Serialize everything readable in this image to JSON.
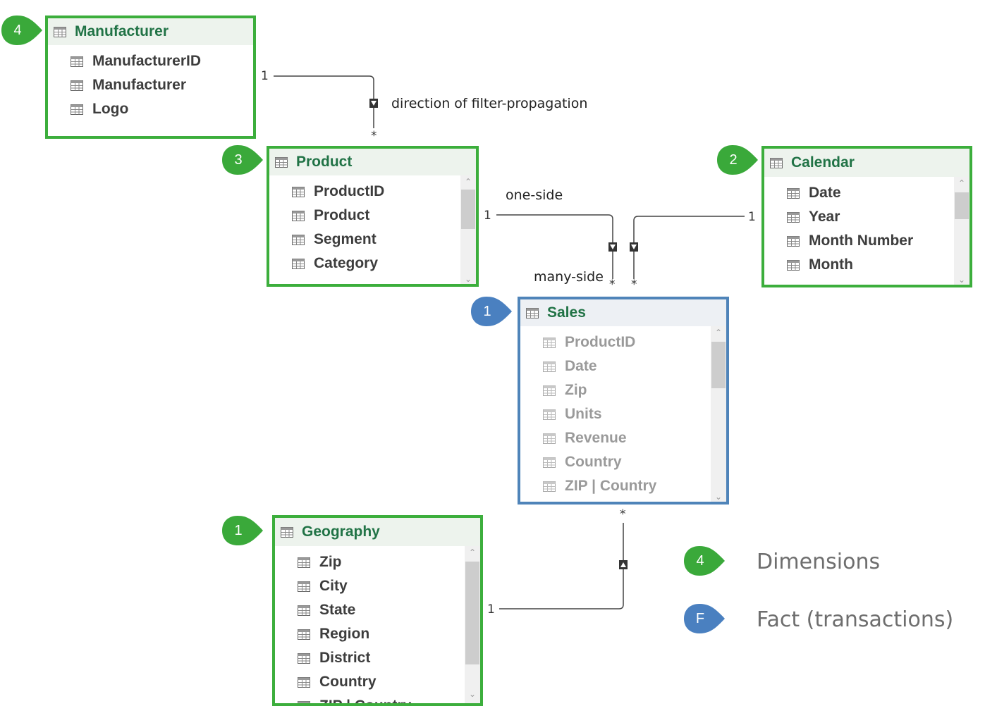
{
  "tables": {
    "manufacturer": {
      "name": "Manufacturer",
      "fields": [
        "ManufacturerID",
        "Manufacturer",
        "Logo"
      ]
    },
    "product": {
      "name": "Product",
      "fields": [
        "ProductID",
        "Product",
        "Segment",
        "Category"
      ]
    },
    "calendar": {
      "name": "Calendar",
      "fields": [
        "Date",
        "Year",
        "Month Number",
        "Month"
      ]
    },
    "sales": {
      "name": "Sales",
      "fields": [
        "ProductID",
        "Date",
        "Zip",
        "Units",
        "Revenue",
        "Country",
        "ZIP | Country"
      ]
    },
    "geography": {
      "name": "Geography",
      "fields": [
        "Zip",
        "City",
        "State",
        "Region",
        "District",
        "Country",
        "ZIP | Country"
      ]
    }
  },
  "badges": {
    "manufacturer": "4",
    "product": "3",
    "calendar": "2",
    "sales": "1",
    "geography": "1",
    "legend_dimensions": "4",
    "legend_fact": "F"
  },
  "colors": {
    "dimension": "#3cae3c",
    "fact": "#4f84b9",
    "badge_dimension": "#3aa93a",
    "badge_fact": "#4a80c0"
  },
  "annotations": {
    "filter_direction": "direction of filter-propagation",
    "one_side": "one-side",
    "many_side": "many-side"
  },
  "cardinality": {
    "one": "1",
    "many": "*"
  },
  "legend": {
    "dimensions": "Dimensions",
    "fact": "Fact (transactions)"
  }
}
